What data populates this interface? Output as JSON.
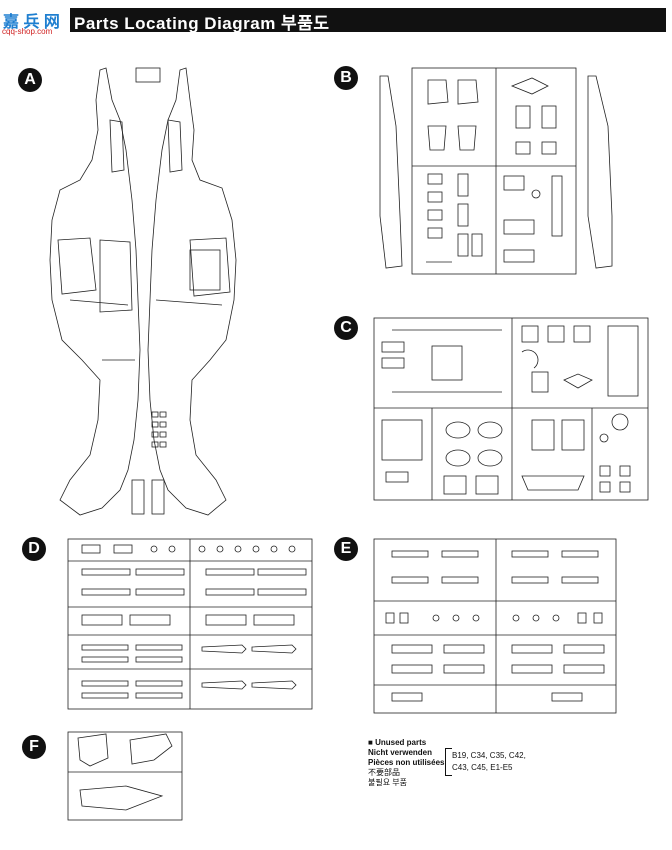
{
  "header": {
    "title": "Parts Locating Diagram 부품도",
    "logo_text": "嘉 兵 网",
    "logo_url": "cqq-shop.com"
  },
  "sections": [
    {
      "letter": "A"
    },
    {
      "letter": "B"
    },
    {
      "letter": "C"
    },
    {
      "letter": "D"
    },
    {
      "letter": "E"
    },
    {
      "letter": "F"
    }
  ],
  "unused": {
    "lines": [
      "Unused parts",
      "Nicht verwenden",
      "Pièces non utilisées",
      "不要部品",
      "불필요 부품"
    ],
    "parts_line1": "B19, C34, C35, C42,",
    "parts_line2": "C43, C45, E1-E5"
  }
}
